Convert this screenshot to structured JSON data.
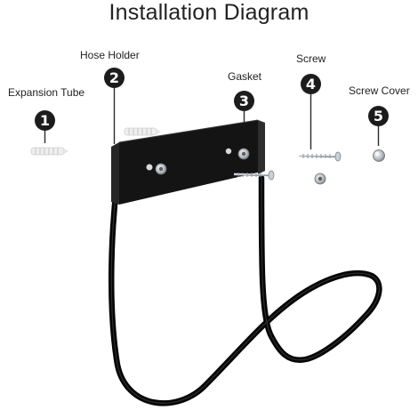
{
  "title": "Installation Diagram",
  "parts": [
    {
      "number": "1",
      "label": "Expansion Tube"
    },
    {
      "number": "2",
      "label": "Hose Holder"
    },
    {
      "number": "3",
      "label": "Gasket"
    },
    {
      "number": "4",
      "label": "Screw"
    },
    {
      "number": "5",
      "label": "Screw Cover"
    }
  ],
  "colors": {
    "bracket": "#141414",
    "text": "#222222",
    "badge": "#1c1c1c",
    "metal": "#c7cbcf",
    "plastic": "#efefef"
  }
}
